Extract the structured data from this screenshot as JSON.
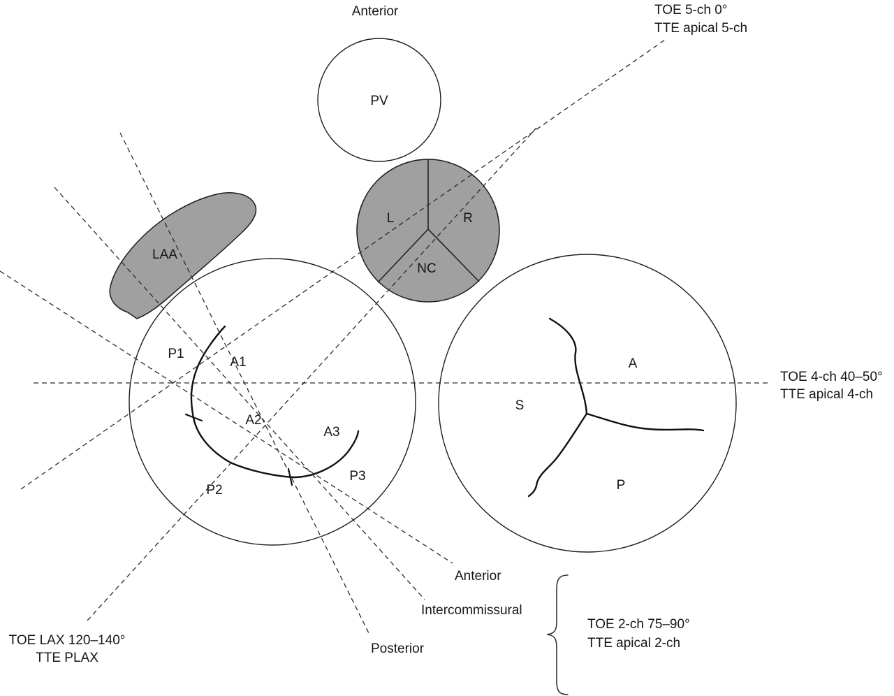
{
  "figure": {
    "title_top": "Anterior",
    "pulmonary_valve": {
      "label": "PV"
    },
    "aortic_valve": {
      "left_cusp": "L",
      "right_cusp": "R",
      "non_coronary_cusp": "NC"
    },
    "left_atrial_appendage": {
      "label": "LAA"
    },
    "mitral_valve": {
      "segments": {
        "p1": "P1",
        "a1": "A1",
        "a2": "A2",
        "a3": "A3",
        "p2": "P2",
        "p3": "P3"
      }
    },
    "tricuspid_valve": {
      "leaflets": {
        "anterior": "A",
        "septal": "S",
        "posterior": "P"
      }
    },
    "imaging_planes": {
      "five_chamber": {
        "line1": "TOE 5-ch 0°",
        "line2": "TTE apical 5-ch"
      },
      "four_chamber": {
        "line1": "TOE 4-ch 40–50°",
        "line2": "TTE apical 4-ch"
      },
      "long_axis": {
        "line1": "TOE LAX 120–140°",
        "line2": "TTE PLAX"
      },
      "two_chamber": {
        "line1": "TOE 2-ch 75–90°",
        "line2": "TTE apical 2-ch"
      },
      "two_chamber_sweeps": {
        "anterior": "Anterior",
        "intercommissural": "Intercommissural",
        "posterior": "Posterior"
      }
    },
    "colors": {
      "shape_fill_gray": "#a0a0a0",
      "stroke": "#1c1c1c",
      "background": "#ffffff"
    }
  }
}
